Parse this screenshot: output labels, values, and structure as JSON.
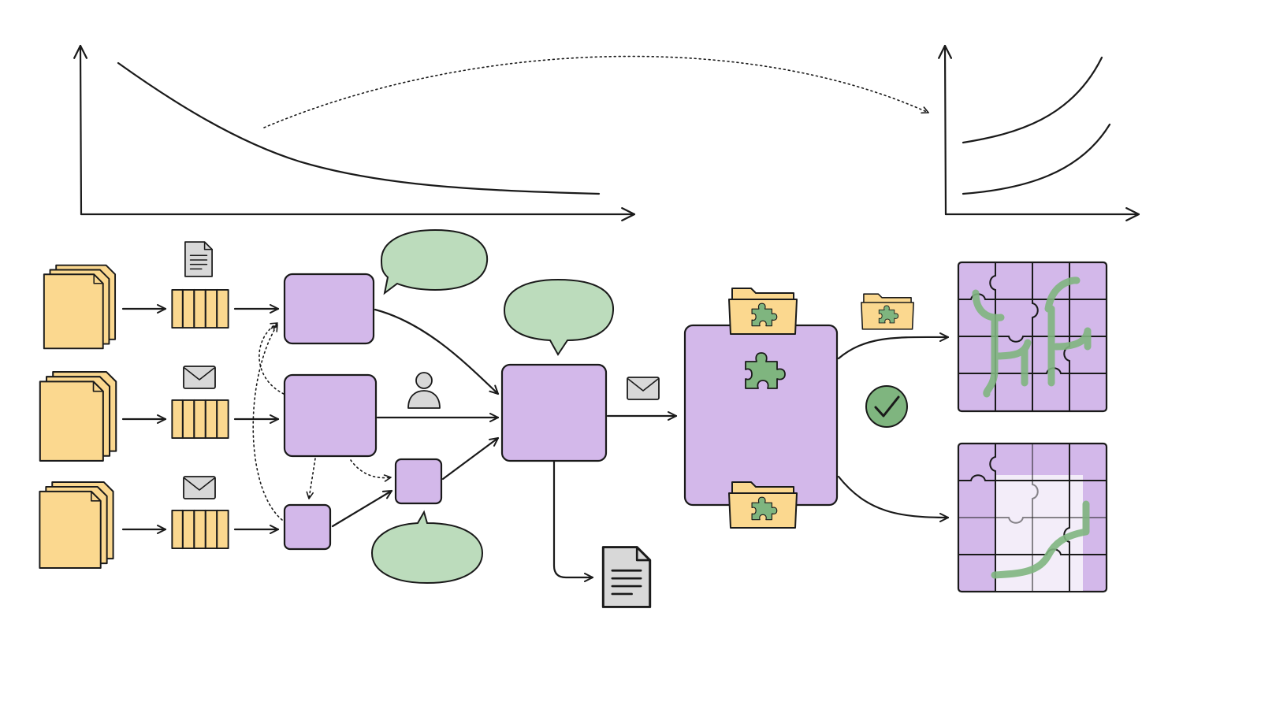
{
  "diagram": {
    "colors": {
      "ink": "#1a1a1a",
      "paper": "#fbd88f",
      "node": "#d3b8ea",
      "bubble": "#bcdcbc",
      "puzzle_piece": "#7fb57f",
      "icon_grey": "#d8d8d8",
      "faded_tile": "#f3edf9"
    },
    "icons": [
      "document-stack-icon",
      "queue-icon",
      "document-icon",
      "envelope-icon",
      "speech-bubble-icon",
      "person-icon",
      "folder-icon",
      "puzzle-piece-icon",
      "checkmark-icon",
      "puzzle-grid-icon"
    ],
    "charts": [
      {
        "type": "line",
        "curve": "decreasing"
      },
      {
        "type": "line",
        "curve": "increasing",
        "series_count": 2
      }
    ],
    "inputs": 3,
    "puzzle_grid_rows": 4,
    "puzzle_grid_cols": 4
  }
}
